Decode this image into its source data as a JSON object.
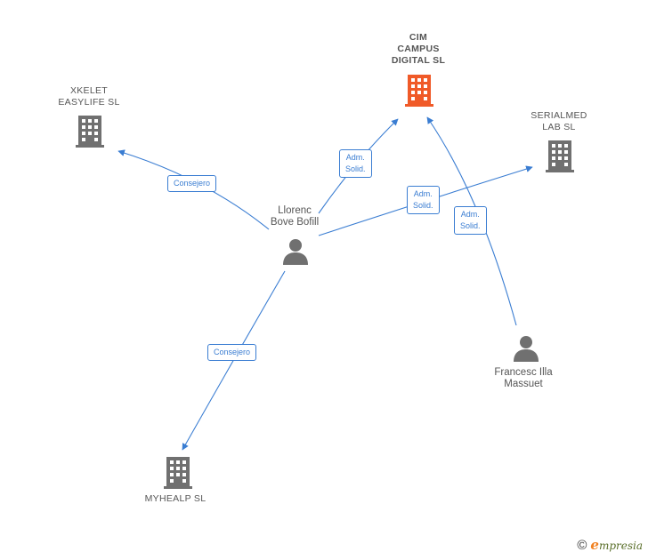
{
  "nodes": {
    "cim": {
      "label": "CIM\nCAMPUS\nDIGITAL  SL",
      "type": "company",
      "color": "#f05a28"
    },
    "xkelet": {
      "label": "XKELET\nEASYLIFE  SL",
      "type": "company",
      "color": "#707070"
    },
    "serialmed": {
      "label": "SERIALMED\nLAB  SL",
      "type": "company",
      "color": "#707070"
    },
    "myhealp": {
      "label": "MYHEALP  SL",
      "type": "company",
      "color": "#707070"
    },
    "llorenc": {
      "label": "Llorenc\nBove Bofill",
      "type": "person",
      "color": "#707070"
    },
    "francesc": {
      "label": "Francesc Illa\nMassuet",
      "type": "person",
      "color": "#707070"
    }
  },
  "edges": [
    {
      "id": "e1",
      "from": "llorenc",
      "to": "xkelet",
      "label": "Consejero"
    },
    {
      "id": "e2",
      "from": "llorenc",
      "to": "cim",
      "label": "Adm.\nSolid."
    },
    {
      "id": "e3",
      "from": "llorenc",
      "to": "serialmed",
      "label": "Adm.\nSolid."
    },
    {
      "id": "e4",
      "from": "francesc",
      "to": "cim",
      "label": "Adm.\nSolid."
    },
    {
      "id": "e5",
      "from": "llorenc",
      "to": "myhealp",
      "label": "Consejero"
    }
  ],
  "edge_color": "#3a7dd2",
  "footer": {
    "copyright": "©",
    "brand_first": "e",
    "brand_rest": "mpresia"
  }
}
